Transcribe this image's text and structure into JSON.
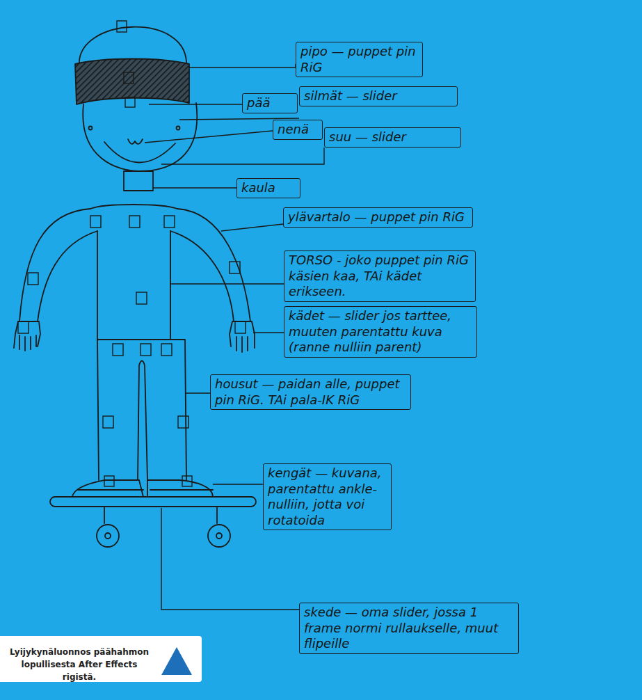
{
  "diagram": {
    "caption": "Lyijykynäluonnos päähahmon lopullisesta After Effects rigistä.",
    "nodes": [
      {
        "text": [
          "pipo — puppet pin RiG"
        ]
      },
      {
        "text": [
          "pää"
        ]
      },
      {
        "text": [
          "silmät — slider"
        ]
      },
      {
        "text": [
          "nenä"
        ]
      },
      {
        "text": [
          "suu — slider"
        ]
      },
      {
        "text": [
          "kaula"
        ]
      },
      {
        "text": [
          "ylävartalo — puppet pin RiG"
        ]
      },
      {
        "text": [
          "TORSO - joko puppet pin RiG käsien kaa, TAi kädet erikseen."
        ]
      },
      {
        "text": [
          "kädet — slider jos tarttee, muuten parentattu kuva (ranne nulliin parent)"
        ]
      },
      {
        "text": [
          "housut — paidan alle, puppet pin RiG. TAi pala-IK RiG"
        ]
      },
      {
        "text": [
          "kengät — kuvana, parentattu ankle-nulliin, jotta voi rotatoida"
        ]
      },
      {
        "text": [
          "skede — oma slider, jossa 1 frame normi rullaukselle, muut flipeille"
        ]
      }
    ]
  }
}
